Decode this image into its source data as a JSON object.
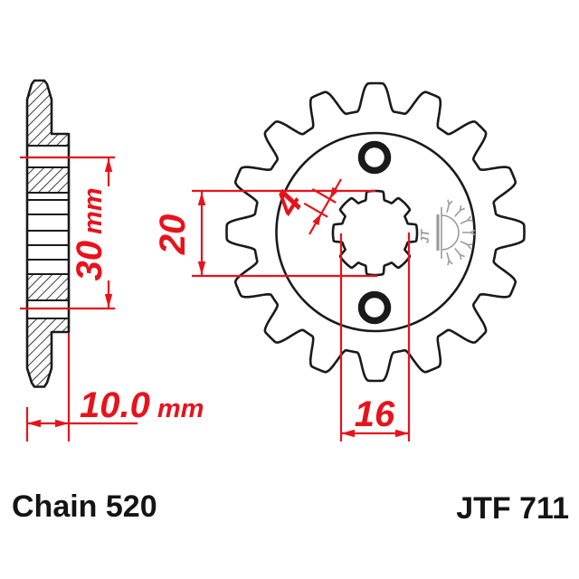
{
  "title": {
    "chain_label": "Chain 520",
    "part_number": "JTF 711"
  },
  "side_view": {
    "dim_hub_diameter": {
      "value": "30",
      "unit": "mm"
    },
    "dim_overall_width": {
      "value": "10.0",
      "unit": "mm"
    }
  },
  "front_view": {
    "teeth_count": 16,
    "dim_spline_outer_diameter": "20",
    "dim_bore_diameter": "16",
    "dim_spline_width": "4",
    "logo_text": "JT"
  },
  "colors": {
    "outline_black": "#1a1a1a",
    "dimension_red": "#e8121b",
    "logo_gray": "#9b9b9b",
    "background": "#ffffff"
  }
}
